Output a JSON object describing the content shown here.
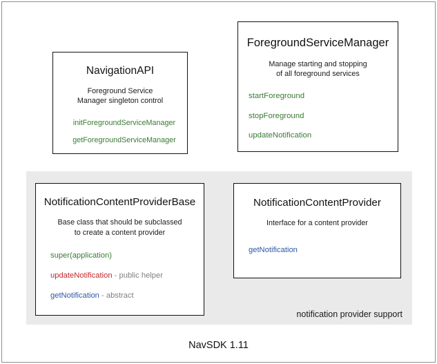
{
  "diagram": {
    "footer_caption": "NavSDK 1.11",
    "colors": {
      "method_green": "#3a7a34",
      "method_blue": "#2c57a8",
      "method_red": "#c0282d",
      "note_gray": "#808080",
      "panel_gray": "#eaeaea",
      "box_border": "#111111",
      "frame_border": "#8d8d8d",
      "text": "#111111"
    },
    "group_panel": {
      "label": "notification provider support"
    },
    "boxes": [
      {
        "id": "navigation-api",
        "title": "NavigationAPI",
        "description": "Foreground Service\nManager singleton control",
        "methods": [
          {
            "name": "initForegroundServiceManager",
            "note": "",
            "color": "green"
          },
          {
            "name": "getForegroundServiceManager",
            "note": "",
            "color": "green"
          }
        ]
      },
      {
        "id": "foreground-service-manager",
        "title": "ForegroundServiceManager",
        "description": "Manage starting and stopping\nof all foreground services",
        "methods": [
          {
            "name": "startForeground",
            "note": "",
            "color": "green"
          },
          {
            "name": "stopForeground",
            "note": "",
            "color": "green"
          },
          {
            "name": "updateNotification",
            "note": "",
            "color": "green"
          }
        ]
      },
      {
        "id": "notification-content-provider-base",
        "title": "NotificationContentProviderBase",
        "description": "Base class that should be subclassed\nto create a content provider",
        "methods": [
          {
            "name": "super(application)",
            "note": "",
            "color": "green"
          },
          {
            "name": "updateNotification",
            "note": " - public helper",
            "color": "red"
          },
          {
            "name": "getNotification",
            "note": " - abstract",
            "color": "blue"
          }
        ]
      },
      {
        "id": "notification-content-provider",
        "title": "NotificationContentProvider",
        "description": "Interface for a content provider",
        "methods": [
          {
            "name": "getNotification",
            "note": "",
            "color": "blue"
          }
        ]
      }
    ]
  }
}
